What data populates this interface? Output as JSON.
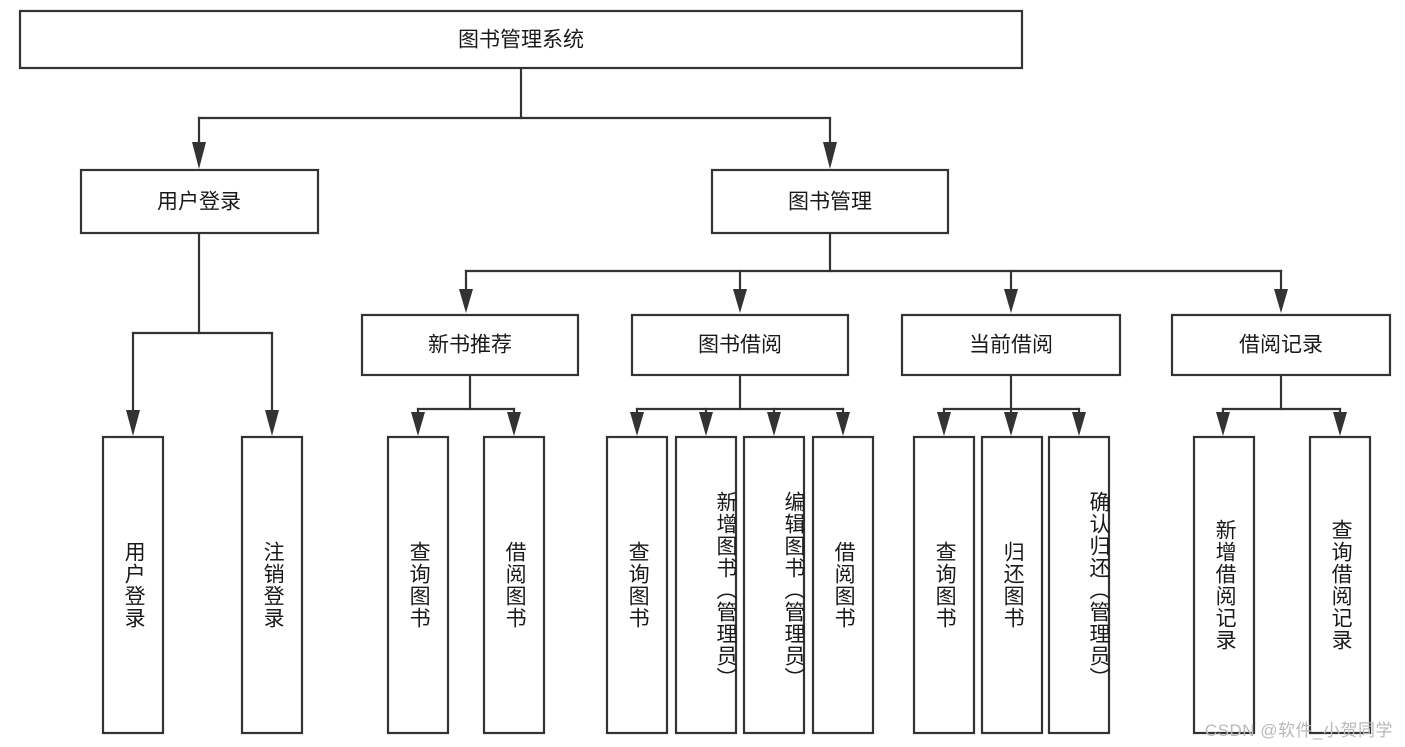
{
  "diagram": {
    "type": "tree-hierarchy-chart",
    "title": "图书管理系统",
    "watermark": "CSDN @软件_小贺同学",
    "colors": {
      "box_fill": "#ffffff",
      "box_stroke": "#333333",
      "text": "#1a1a1a",
      "background": "#ffffff",
      "watermark": "#b9b9b9"
    },
    "levels": {
      "root": {
        "label": "图书管理系统"
      },
      "level2": [
        {
          "label": "用户登录"
        },
        {
          "label": "图书管理"
        }
      ],
      "level3": [
        {
          "label": "新书推荐"
        },
        {
          "label": "图书借阅"
        },
        {
          "label": "当前借阅"
        },
        {
          "label": "借阅记录"
        }
      ]
    },
    "leaves": {
      "user_login": [
        {
          "label": "用户登录"
        },
        {
          "label": "注销登录"
        }
      ],
      "new_book_recommend": [
        {
          "label": "查询图书"
        },
        {
          "label": "借阅图书"
        }
      ],
      "book_borrow": [
        {
          "label": "查询图书"
        },
        {
          "label": "新增图书（管理员）"
        },
        {
          "label": "编辑图书（管理员）"
        },
        {
          "label": "借阅图书"
        }
      ],
      "current_borrow": [
        {
          "label": "查询图书"
        },
        {
          "label": "归还图书"
        },
        {
          "label": "确认归还（管理员）"
        }
      ],
      "borrow_record": [
        {
          "label": "新增借阅记录"
        },
        {
          "label": "查询借阅记录"
        }
      ]
    }
  }
}
